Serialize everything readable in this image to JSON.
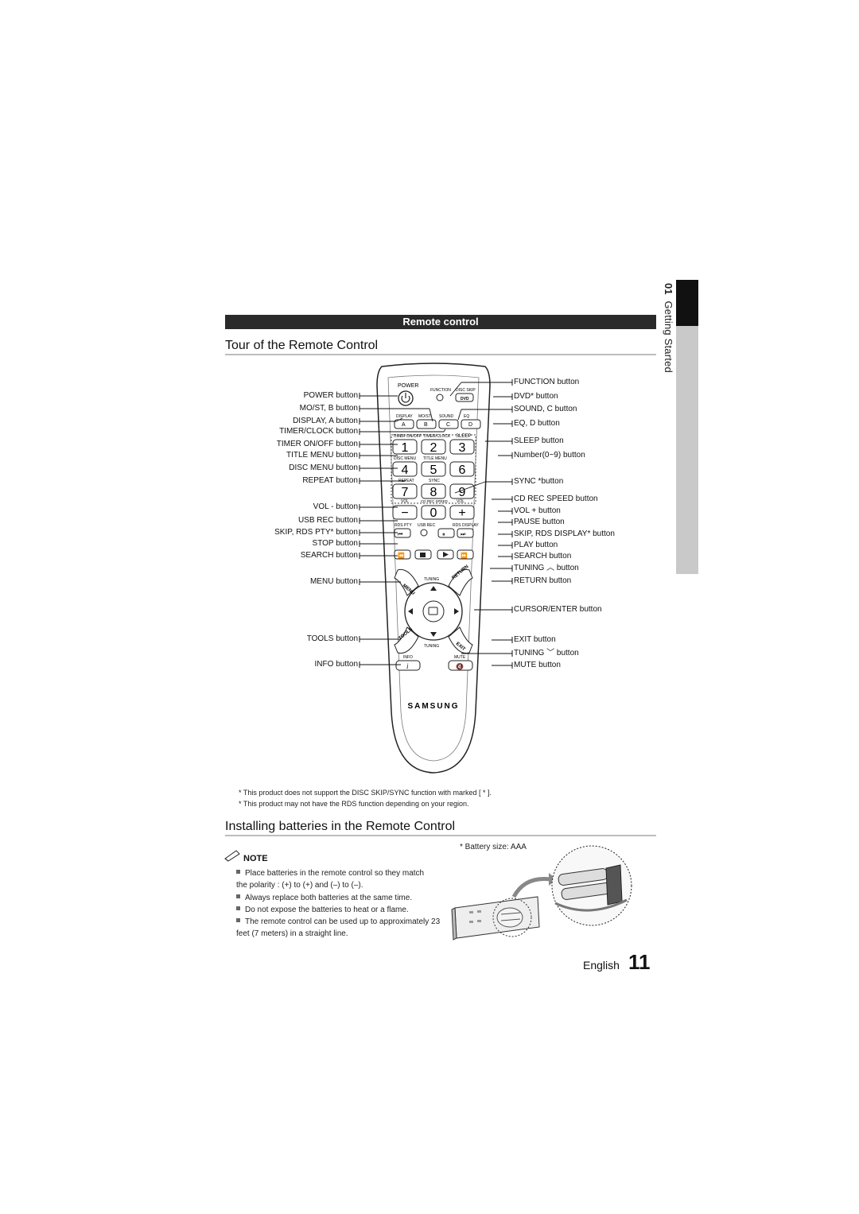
{
  "side_tab": {
    "number": "01",
    "label": "Getting Started"
  },
  "section_bar": {
    "label": "Remote control"
  },
  "tour": {
    "heading": "Tour of the Remote Control",
    "left_labels": [
      "POWER button",
      "MO/ST, B button",
      "DISPLAY, A button",
      "TIMER/CLOCK button",
      "TIMER ON/OFF button",
      "TITLE MENU button",
      "DISC MENU button",
      "REPEAT button",
      "VOL - button",
      "USB REC button",
      "SKIP, RDS PTY* button",
      "STOP button",
      "SEARCH button",
      "MENU button",
      "TOOLS button",
      "INFO button"
    ],
    "right_labels": [
      "FUNCTION button",
      "DVD* button",
      "SOUND, C button",
      "EQ, D button",
      "SLEEP button",
      "Number(0~9) button",
      "SYNC *button",
      "CD REC SPEED button",
      "VOL + button",
      "PAUSE button",
      "SKIP, RDS DISPLAY* button",
      "PLAY button",
      "SEARCH button",
      "TUNING ︿ button",
      "RETURN button",
      "CURSOR/ENTER button",
      "EXIT button",
      "TUNING ﹀ button",
      "MUTE button"
    ]
  },
  "remote": {
    "power": "POWER",
    "function": "FUNCTION",
    "disc_skip": "DISC SKIP",
    "dvd": "DVD",
    "display": "DISPLAY",
    "most": "MO/ST",
    "sound": "SOUND",
    "eq": "EQ",
    "a": "A",
    "b": "B",
    "c": "C",
    "d": "D",
    "timer_onoff": "TIMER ON/OFF",
    "timer_clock": "TIMER/CLOCK",
    "sleep": "SLEEP",
    "n1": "1",
    "n2": "2",
    "n3": "3",
    "disc_menu": "DISC MENU",
    "title_menu": "TITLE MENU",
    "n4": "4",
    "n5": "5",
    "n6": "6",
    "repeat": "REPEAT",
    "sync": "SYNC",
    "n7": "7",
    "n8": "8",
    "n9": "9",
    "vol": "VOL",
    "cd_rec_speed": "CD REC SPEED",
    "vol2": "VOL",
    "minus": "−",
    "n0": "0",
    "plus": "+",
    "rds_pty": "RDS PTY",
    "usb_rec": "USB REC",
    "rds_display": "RDS DISPLAY",
    "menu": "MENU",
    "tuning": "TUNING",
    "return": "RETURN",
    "tools": "TOOLS",
    "tuning2": "TUNING",
    "exit": "EXIT",
    "info": "INFO",
    "mute": "MUTE",
    "info_glyph": "i",
    "brand": "SAMSUNG"
  },
  "footnotes": [
    "*  This product does not support the  DISC SKIP/SYNC function with marked [ * ].",
    "*  This product may not have the  RDS function  depending on your region."
  ],
  "install": {
    "heading": "Installing batteries in the Remote Control",
    "battery_size": "* Battery size: AAA",
    "note_label": "NOTE",
    "notes": [
      "Place batteries in the remote control so they match the polarity : (+) to (+) and (–) to (–).",
      "Always replace both batteries at the same time.",
      "Do not expose the batteries to heat or a flame.",
      "The remote control can be used up to approximately 23 feet (7 meters) in a straight line."
    ]
  },
  "footer": {
    "language": "English",
    "page": "11"
  }
}
